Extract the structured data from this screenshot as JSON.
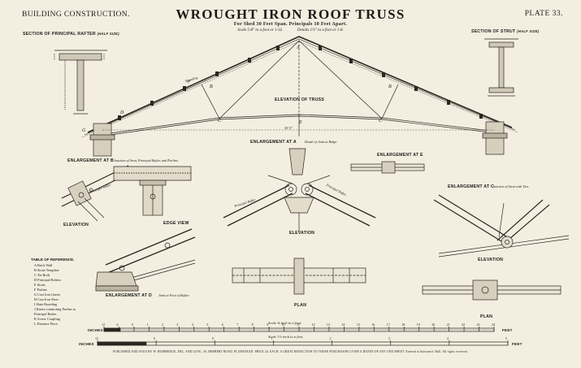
{
  "header": {
    "left": "BUILDING CONSTRUCTION.",
    "title": "WROUGHT IRON ROOF TRUSS",
    "plate": "PLATE 33.",
    "span": "For Shed 30 Feet Span.   Principals 10 Feet Apart.",
    "scale_main": "Scale 5-8\" to a foot or 1-32.",
    "scale_details": "Details 1½\" to a foot or 1-8."
  },
  "sections": {
    "principal_rafter": "SECTION OF PRINCIPAL RAFTER",
    "principal_rafter_note": "(HALF SIZE)",
    "strut": "SECTION OF STRUT",
    "strut_note": "(HALF SIZE)"
  },
  "elevation": {
    "title": "ELEVATION  OF  TRUSS",
    "boarding": "Boarding",
    "span_label": "30' 0\"",
    "letters": [
      "A",
      "B",
      "B",
      "C",
      "C",
      "D",
      "E",
      "F",
      "G"
    ]
  },
  "enlargements": {
    "a_title": "ENLARGEMENT  AT  A",
    "a_note": "Detail of Joint at Ridge.",
    "b_title": "ENLARGEMENT  AT  B",
    "b_note": "Junction of Strut, Principal Rafter, and Purlins.",
    "c_title": "ENLARGEMENT  AT  C",
    "c_note": "Junction of Strut with Ties.",
    "d_title": "ENLARGEMENT  AT  D",
    "d_note": "Joint at Foot of Rafter.",
    "e_title": "ENLARGEMENT  AT  E",
    "elevation_b": "ELEVATION",
    "edge_view": "EDGE  VIEW",
    "elevation_a": "ELEVATION",
    "elevation_c": "ELEVATION",
    "plan_a": "PLAN",
    "plan_c": "PLAN",
    "purlins": "Purlins",
    "principal_rafter_word": "Principal Rafter",
    "strut_word": "Strut"
  },
  "reference": {
    "title": "TABLE  OF  REFERENCE.",
    "items": [
      "A   Brick Wall",
      "B   Stone Template",
      "C   Tie Rods",
      "D   Principal Rafters",
      "E   Struts",
      "F   Purlins",
      "G   Cast Iron Gutter",
      "H   Cast Iron Shoe",
      "I    Slate Boarding",
      "J    Knees connecting Purlins to",
      "       Principal Rafter",
      "K   Screw Coupling",
      "L   Distance Piece"
    ]
  },
  "scales": {
    "top_caption": "Scale ⅝ inch to a foot.",
    "bottom_caption": "Scale 1½ inch to a foot.",
    "inches_label": "INCHES",
    "feet_label": "FEET",
    "top_ticks": [
      "12",
      "6",
      "0",
      "1",
      "2",
      "3",
      "4",
      "5",
      "6",
      "7",
      "8",
      "9",
      "10",
      "11",
      "12",
      "13",
      "14",
      "15",
      "16",
      "17",
      "18",
      "19",
      "20",
      "21",
      "22",
      "23",
      "24"
    ],
    "bottom_ticks": [
      "12",
      "6",
      "0",
      "1",
      "2",
      "3",
      "4",
      "5"
    ]
  },
  "footer": {
    "publisher": "PUBLISHED AND SOLD BY W. BURBRIDGE, DEL. AND LITH., 30, HERBERT ROAD, PLUMSTEAD.  PRICE 2d. EACH.   A GREAT REDUCTION TO THOSE PURCHASING OVER A DOZEN OF ANY ONE SHEET.   Entered at Stationers' Hall.   All rights reserved."
  }
}
